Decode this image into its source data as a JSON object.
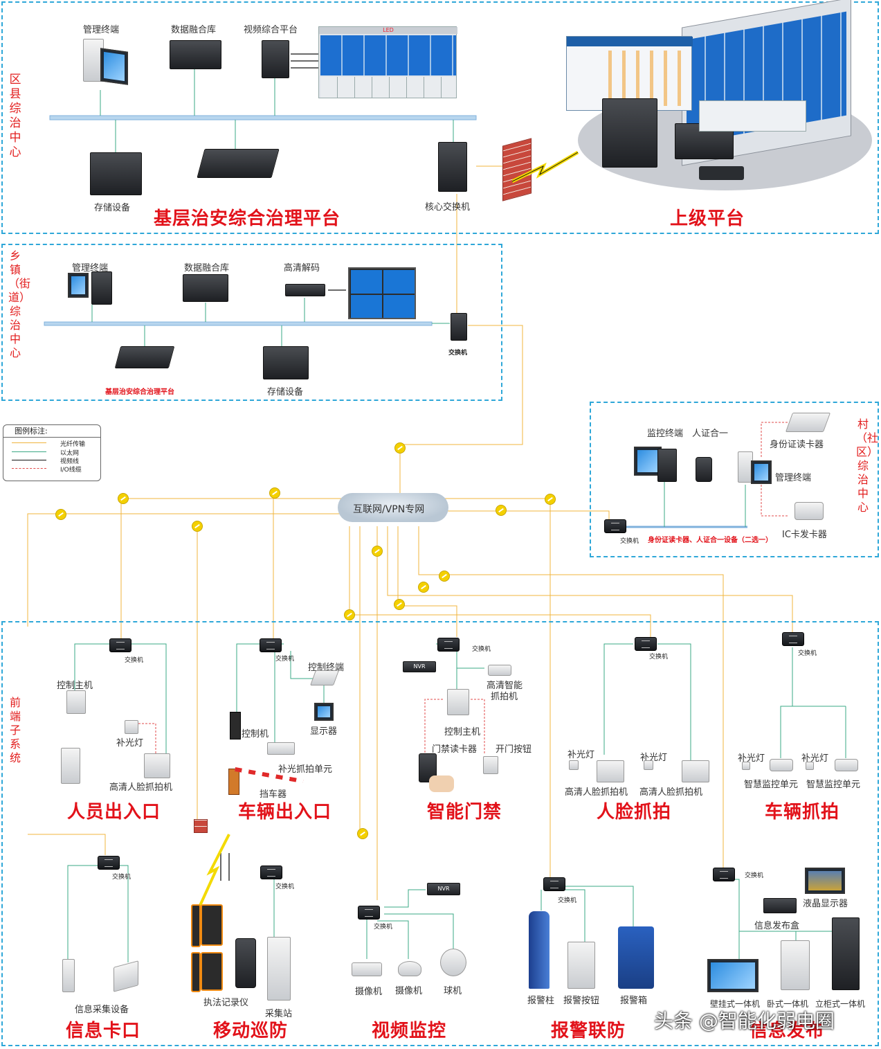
{
  "regions": {
    "county": "区县综治中心",
    "town": "乡镇（街道）综治中心",
    "village": "村（社区）综治中心",
    "frontend": "前端子系统"
  },
  "county_zone": {
    "mgmt_terminal": "管理终端",
    "data_fusion": "数据融合库",
    "video_platform": "视频综合平台",
    "storage": "存储设备",
    "core_switch": "核心交换机",
    "title": "基层治安综合治理平台",
    "led": "LED"
  },
  "upper": {
    "title": "上级平台"
  },
  "town_zone": {
    "mgmt_terminal": "管理终端",
    "data_fusion": "数据融合库",
    "hd_decode": "高清解码",
    "switch": "交换机",
    "platform": "基层治安综合治理平台",
    "storage": "存储设备"
  },
  "legend": {
    "title": "图例标注:",
    "items": [
      "光纤传输",
      "以太网",
      "视频线",
      "I/O线缆"
    ],
    "colors": [
      "#f0b43c",
      "#3aa884",
      "#111111",
      "#e24a4a"
    ]
  },
  "network": {
    "cloud": "互联网/VPN专网"
  },
  "village_zone": {
    "monitor_terminal": "监控终端",
    "id_combo": "人证合一",
    "id_reader": "身份证读卡器",
    "mgmt_terminal": "管理终端",
    "ic_issuer": "IC卡发卡器",
    "switch": "交换机",
    "note": "身份证读卡器、人证合一设备（二选一）"
  },
  "subsystems_row1": [
    {
      "title": "人员出入口",
      "switch": "交换机",
      "labels": [
        "控制主机",
        "补光灯",
        "高清人脸抓拍机"
      ]
    },
    {
      "title": "车辆出入口",
      "switch": "交换机",
      "labels": [
        "控制终端",
        "显示器",
        "控制机",
        "补光抓拍单元",
        "挡车器"
      ]
    },
    {
      "title": "智能门禁",
      "switch": "交换机",
      "labels": [
        "高清智能",
        "抓拍机",
        "控制主机",
        "门禁读卡器",
        "开门按钮"
      ],
      "nvr": "NVR"
    },
    {
      "title": "人脸抓拍",
      "switch": "交换机",
      "labels": [
        "补光灯",
        "补光灯",
        "高清人脸抓拍机",
        "高清人脸抓拍机"
      ]
    },
    {
      "title": "车辆抓拍",
      "switch": "交换机",
      "labels": [
        "补光灯",
        "补光灯",
        "智慧监控单元",
        "智慧监控单元"
      ]
    }
  ],
  "subsystems_row2": [
    {
      "title": "信息卡口",
      "switch": "交换机",
      "labels": [
        "信息采集设备"
      ]
    },
    {
      "title": "移动巡防",
      "switch": "交换机",
      "labels": [
        "执法记录仪",
        "采集站"
      ]
    },
    {
      "title": "视频监控",
      "switch": "交换机",
      "labels": [
        "摄像机",
        "摄像机",
        "球机"
      ],
      "nvr": "NVR"
    },
    {
      "title": "报警联防",
      "switch": "交换机",
      "labels": [
        "报警柱",
        "报警按钮",
        "报警箱"
      ]
    },
    {
      "title": "信息发布",
      "switch": "交换机",
      "labels": [
        "液晶显示器",
        "信息发布盒",
        "壁挂式一体机",
        "卧式一体机",
        "立柜式一体机"
      ]
    }
  ],
  "watermark": "头条 @智能化弱电圈"
}
